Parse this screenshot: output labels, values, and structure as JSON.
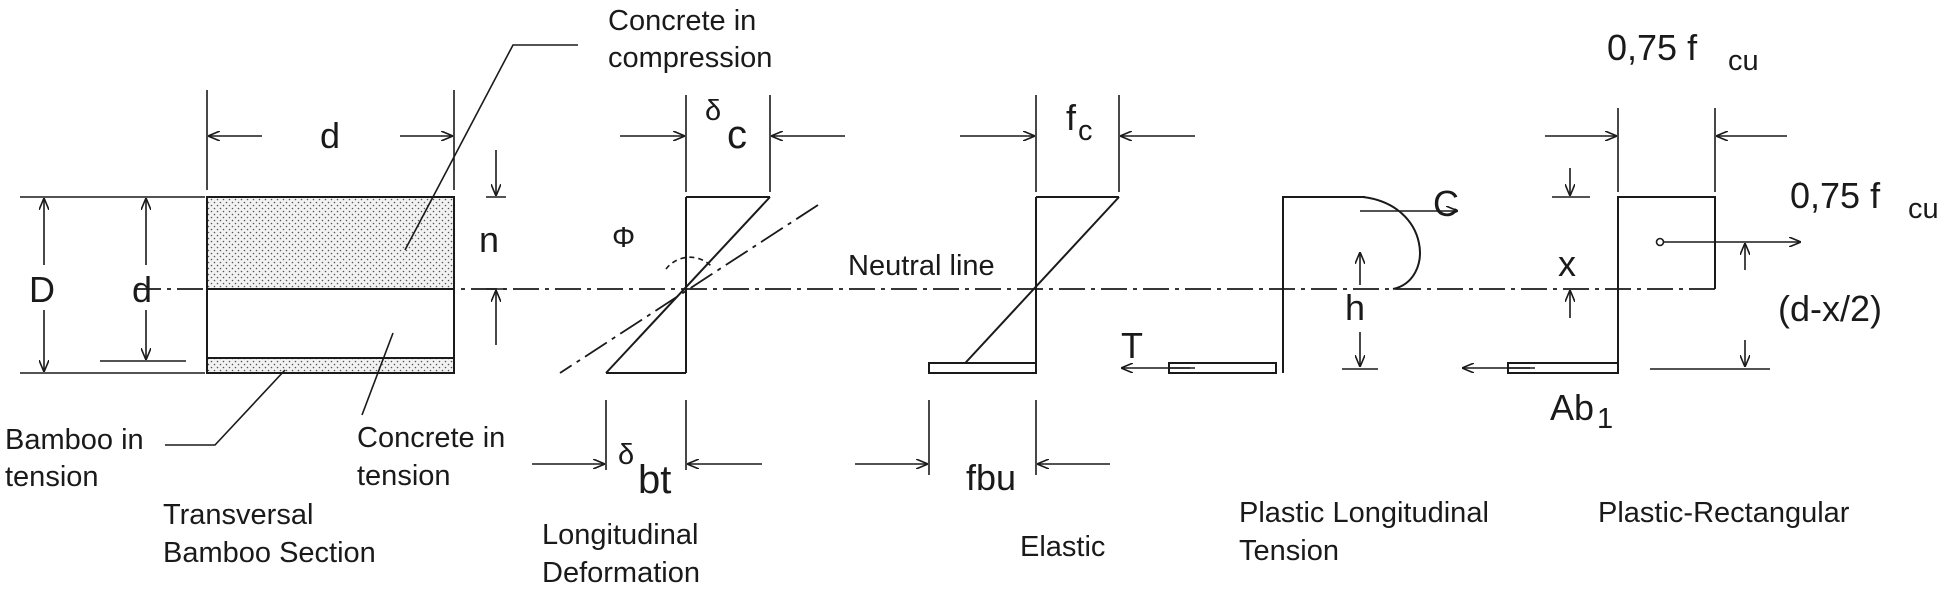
{
  "labels": {
    "concrete_compression_1": "Concrete in",
    "concrete_compression_2": "compression",
    "bamboo_tension_1": "Bamboo in",
    "bamboo_tension_2": "tension",
    "concrete_tension_1": "Concrete in",
    "concrete_tension_2": "tension",
    "neutral_line": "Neutral line",
    "phi": "Φ",
    "c_force": "C",
    "t_force": "T"
  },
  "dims": {
    "d_top": "d",
    "D_left": "D",
    "d_left": "d",
    "n": "n",
    "h": "h",
    "x": "x",
    "d_minus_x_half": "(d-x/2)",
    "fbu": "fbu"
  },
  "symbols": {
    "delta": "δ",
    "c_sub": "c",
    "bt_sub": "bt",
    "f": "f",
    "fc_sub": "c",
    "fcu_top_main": "0,75 f",
    "fcu_right_main": "0,75 f",
    "cu_sub": "cu",
    "ab_main": "Ab",
    "ab_sub": "1"
  },
  "captions": {
    "transversal_1": "Transversal",
    "transversal_2": "Bamboo Section",
    "longitudinal_1": "Longitudinal",
    "longitudinal_2": "Deformation",
    "elastic": "Elastic",
    "plastic_long_1": "Plastic Longitudinal",
    "plastic_long_2": "Tension",
    "plastic_rect": "Plastic-Rectangular"
  }
}
